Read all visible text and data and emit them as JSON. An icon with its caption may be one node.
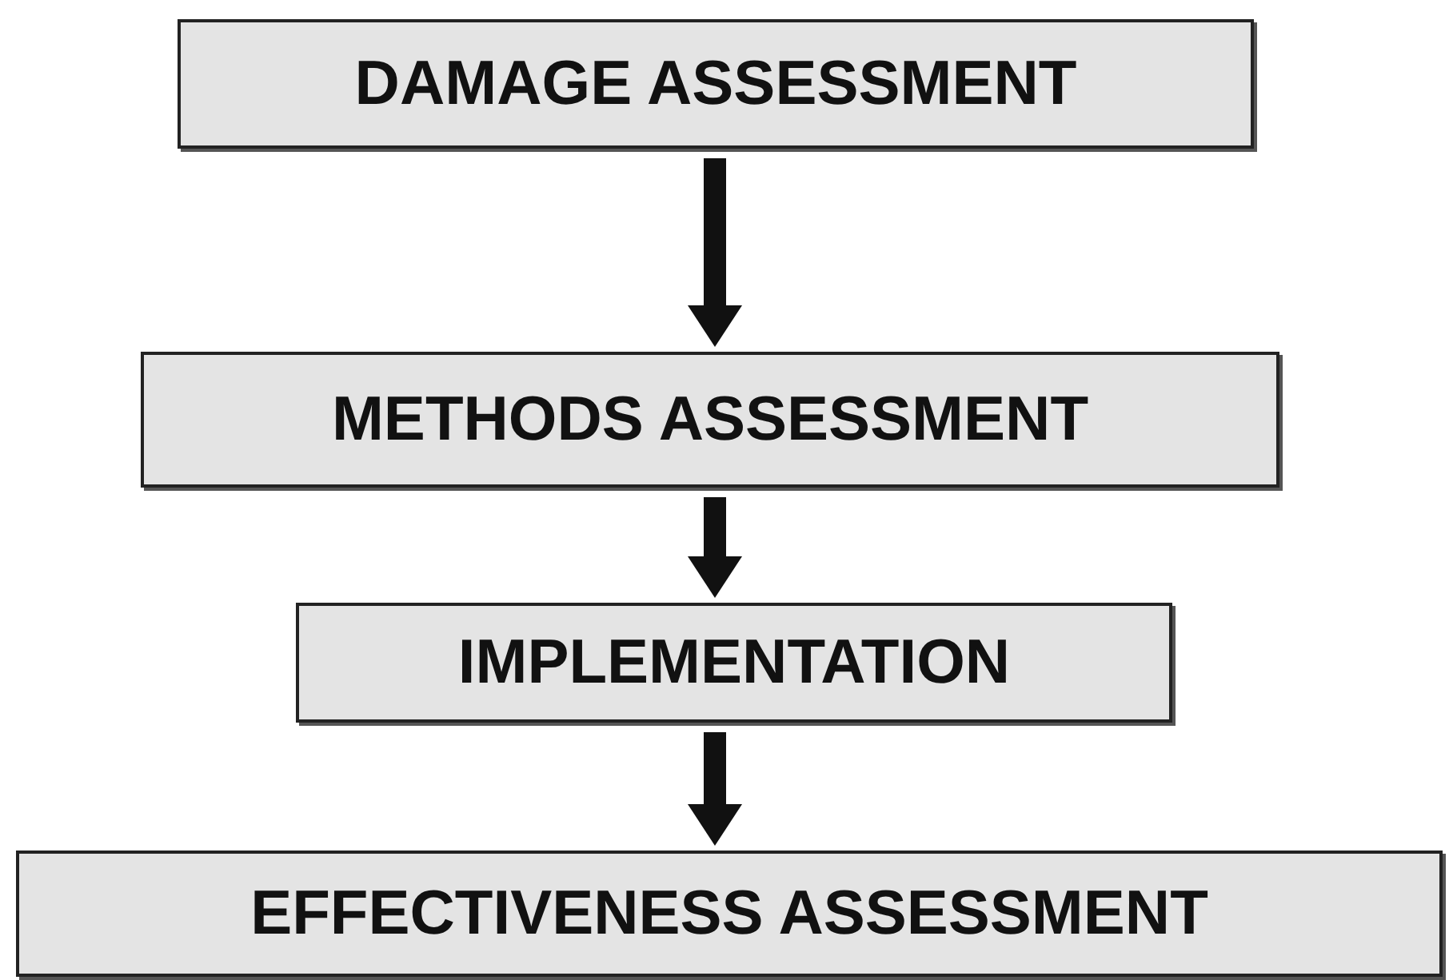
{
  "diagram": {
    "nodes": [
      {
        "text": [
          "DAMAGE ASSESSMENT"
        ]
      },
      {
        "text": [
          "METHODS ASSESSMENT"
        ]
      },
      {
        "text": [
          "IMPLEMENTATION"
        ]
      },
      {
        "text": [
          "EFFECTIVENESS ASSESSMENT"
        ]
      }
    ],
    "edges": [
      {
        "from": 0,
        "to": 1,
        "arrow": "to"
      },
      {
        "from": 1,
        "to": 2,
        "arrow": "to"
      },
      {
        "from": 2,
        "to": 3,
        "arrow": "to"
      }
    ]
  }
}
